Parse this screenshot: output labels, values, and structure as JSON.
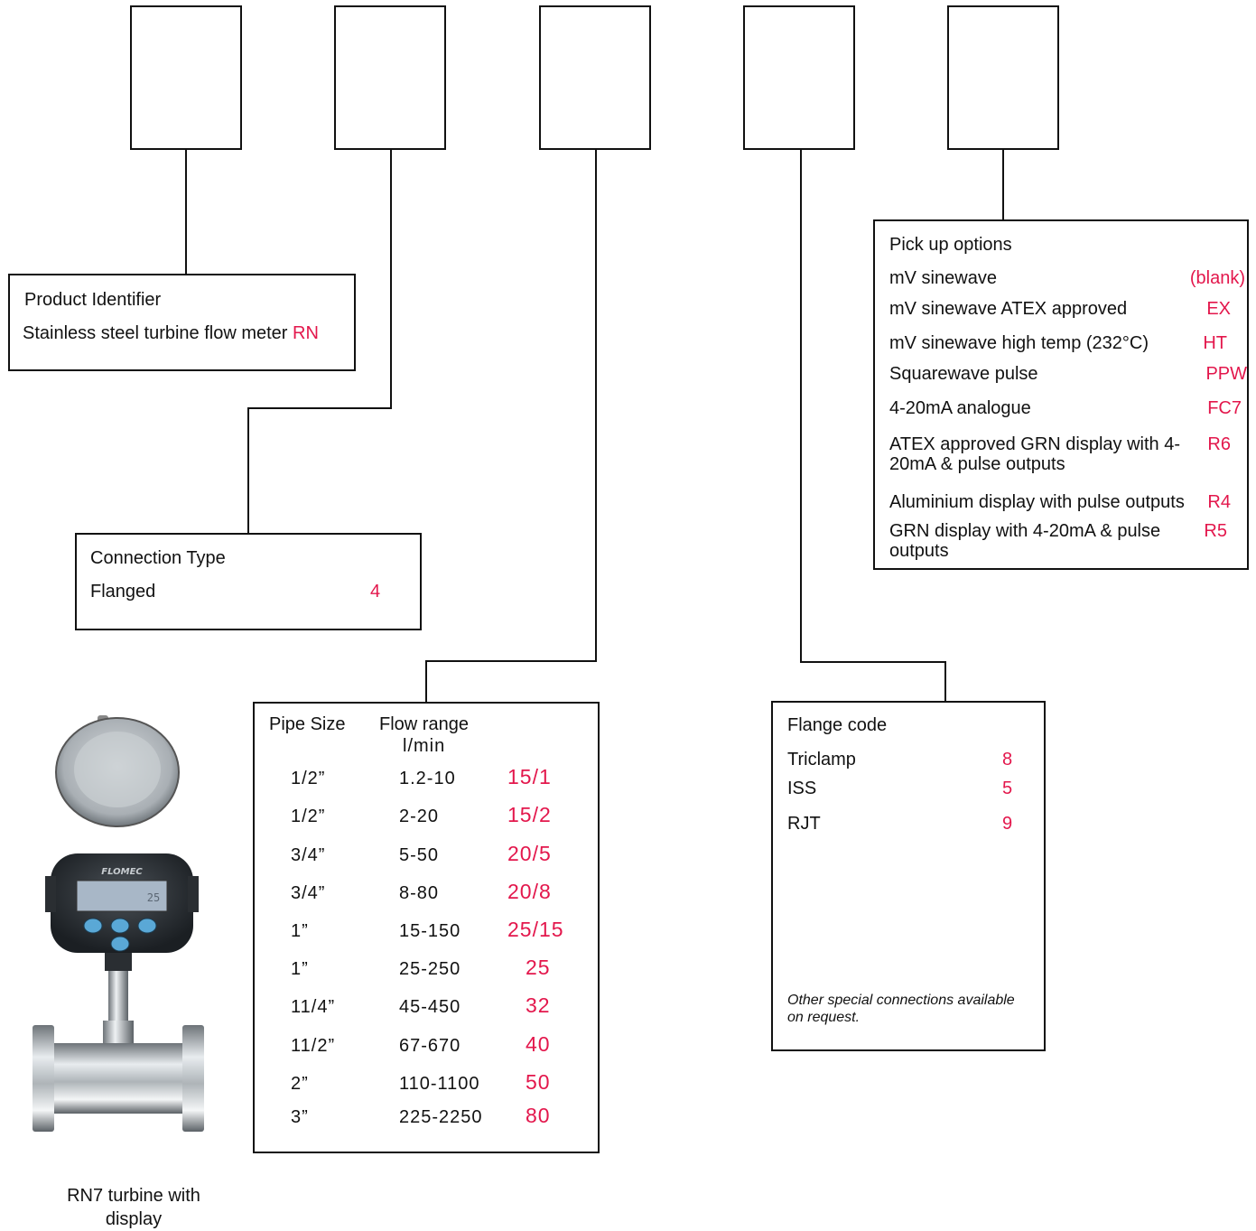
{
  "product": {
    "title": "Product Identifier",
    "item_label": "Stainless steel turbine flow meter",
    "item_code": "RN"
  },
  "connection": {
    "title": "Connection Type",
    "item_label": "Flanged",
    "item_code": "4"
  },
  "pipe_table": {
    "col_pipe": "Pipe Size",
    "col_flow": "Flow range",
    "col_flow_unit": "l/min",
    "rows": [
      {
        "size": "1/2”",
        "flow": "1.2-10",
        "code": "15/1"
      },
      {
        "size": "1/2”",
        "flow": "2-20",
        "code": "15/2"
      },
      {
        "size": "3/4”",
        "flow": "5-50",
        "code": "20/5"
      },
      {
        "size": "3/4”",
        "flow": "8-80",
        "code": "20/8"
      },
      {
        "size": "1”",
        "flow": "15-150",
        "code": "25/15"
      },
      {
        "size": "1”",
        "flow": "25-250",
        "code": "25"
      },
      {
        "size": "11/4”",
        "flow": "45-450",
        "code": "32"
      },
      {
        "size": "11/2”",
        "flow": "67-670",
        "code": "40"
      },
      {
        "size": "2”",
        "flow": "110-1100",
        "code": "50"
      },
      {
        "size": "3”",
        "flow": "225-2250",
        "code": "80"
      }
    ]
  },
  "flange": {
    "title": "Flange code",
    "items": [
      {
        "label": "Triclamp",
        "code": "8"
      },
      {
        "label": "ISS",
        "code": "5"
      },
      {
        "label": "RJT",
        "code": "9"
      }
    ],
    "note": "Other special connections available on request."
  },
  "pickup": {
    "title": "Pick up options",
    "items": [
      {
        "label": "mV sinewave",
        "code": "(blank)"
      },
      {
        "label": "mV sinewave ATEX approved",
        "code": "EX"
      },
      {
        "label": "mV sinewave high temp (232°C)",
        "code": "HT"
      },
      {
        "label": "Squarewave pulse",
        "code": "PPW"
      },
      {
        "label": "4-20mA analogue",
        "code": "FC7"
      },
      {
        "label": "ATEX approved GRN display with 4-20mA & pulse outputs",
        "code": "R6"
      },
      {
        "label": "Aluminium display with pulse outputs",
        "code": "R4"
      },
      {
        "label": "GRN display with 4-20mA & pulse outputs",
        "code": "R5"
      }
    ]
  },
  "photo": {
    "brand": "FLOMEC",
    "display_reading": "25",
    "caption": "RN7 turbine with display"
  },
  "colors": {
    "code_red": "#e3174c",
    "line": "#111111"
  }
}
